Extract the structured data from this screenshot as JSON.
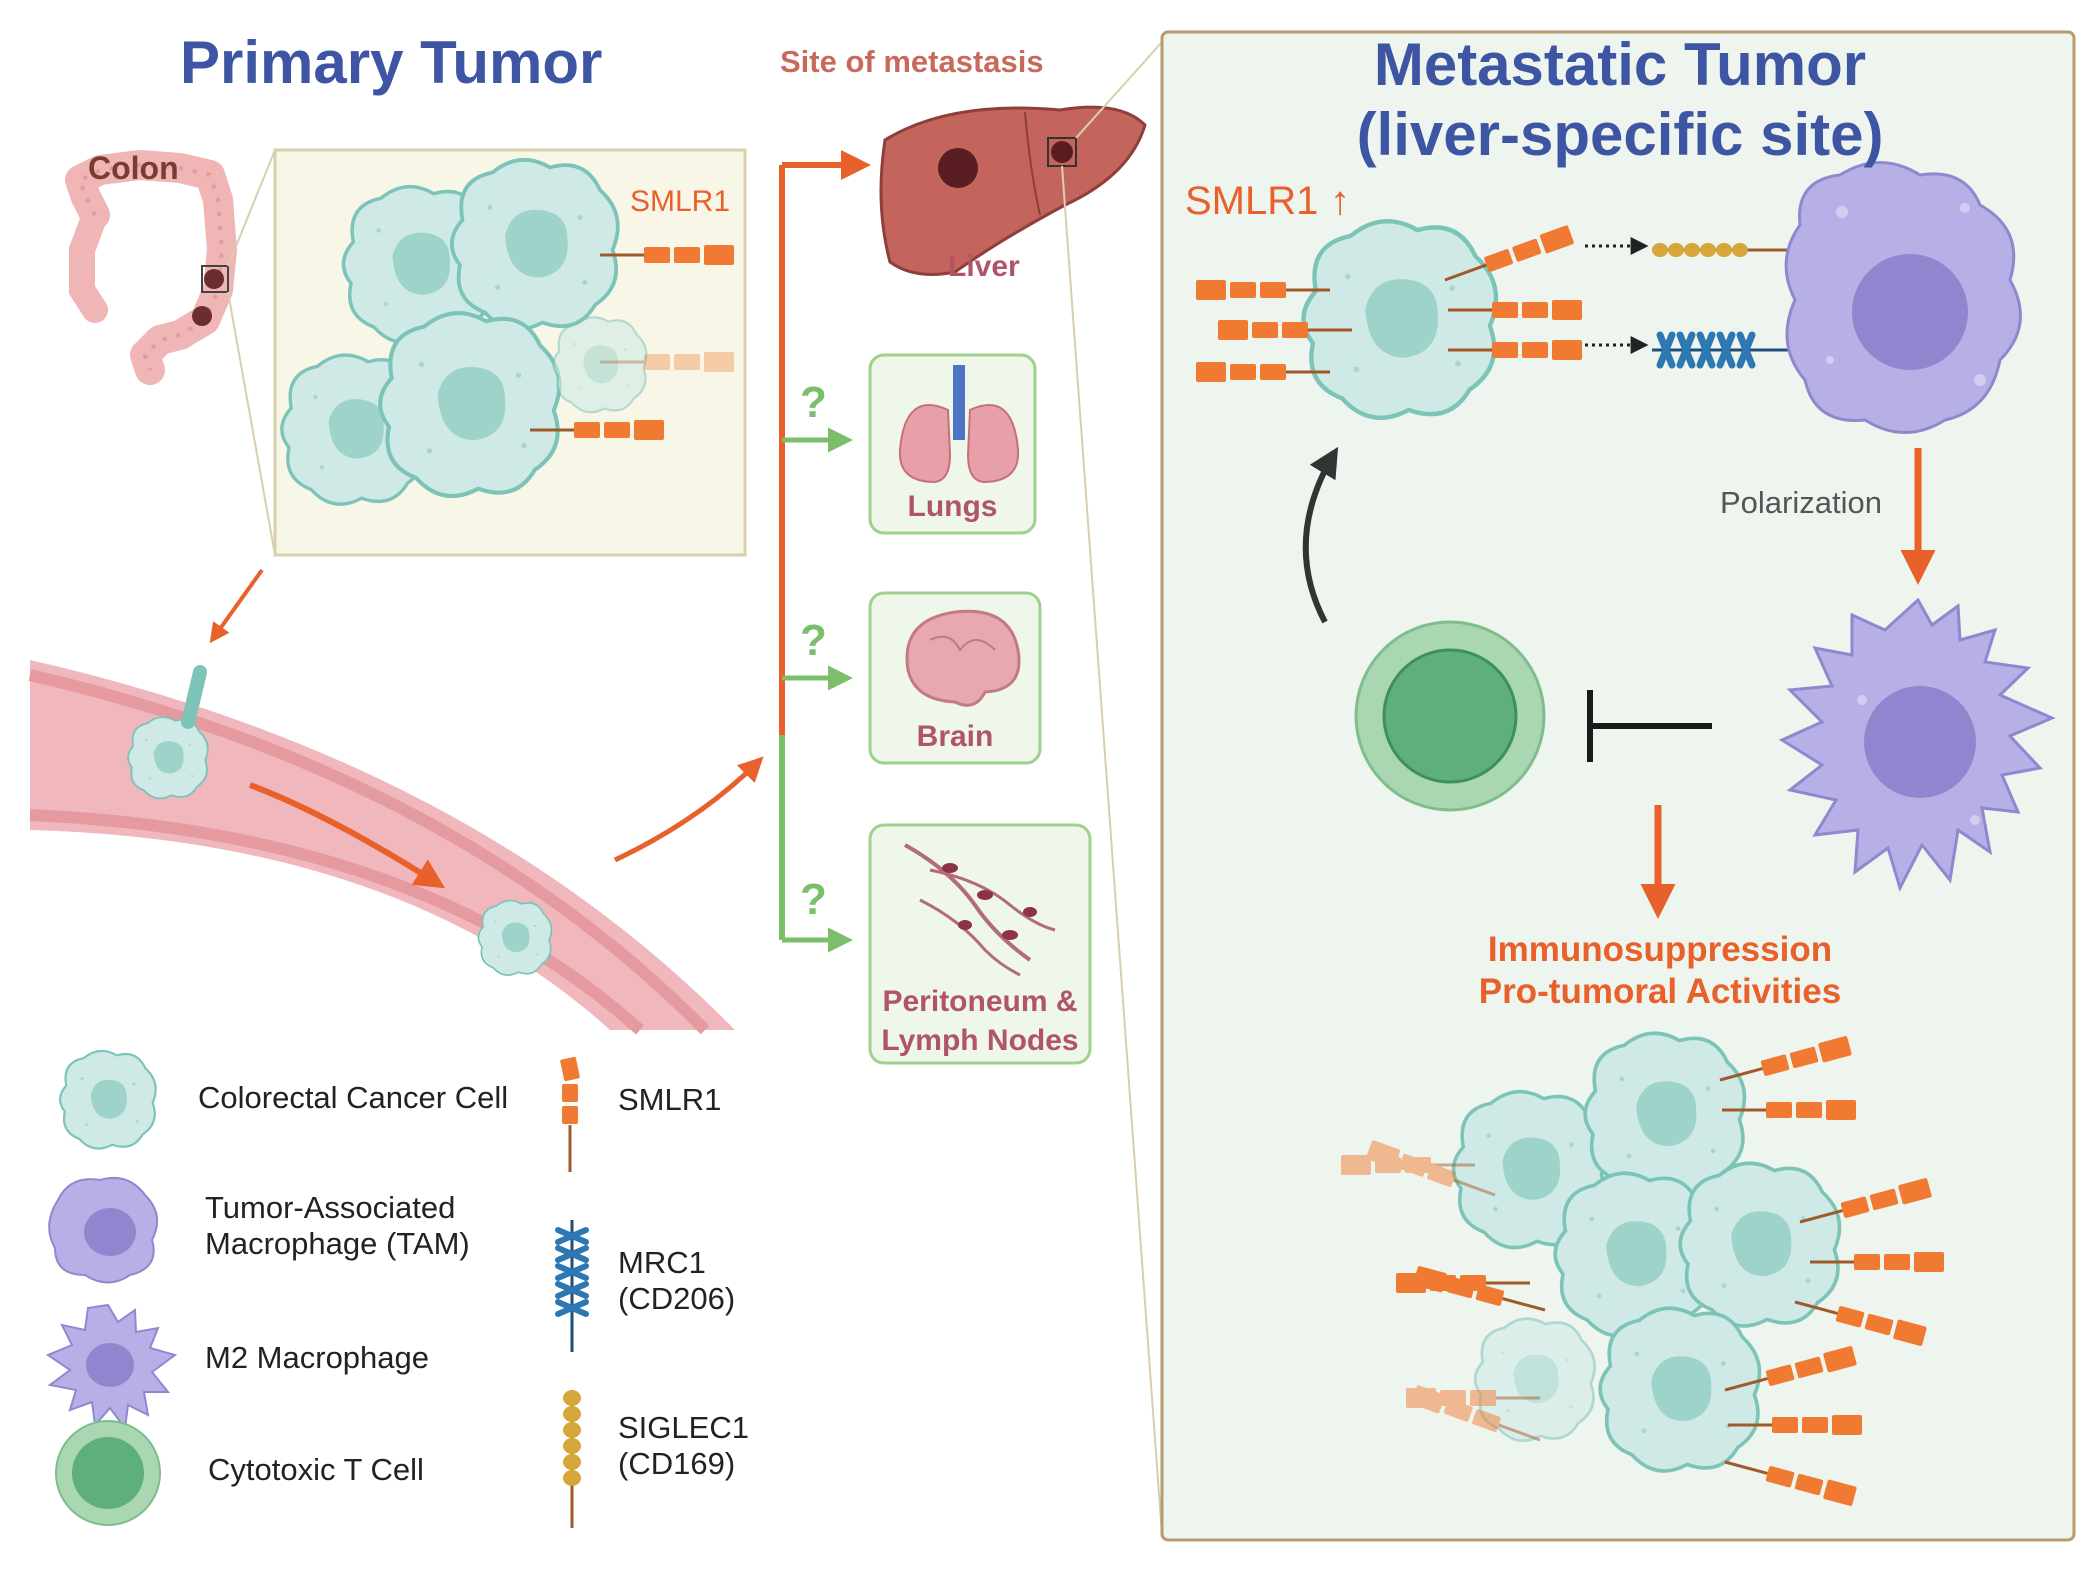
{
  "titles": {
    "primary": "Primary Tumor",
    "site": "Site of metastasis",
    "metastatic_line1": "Metastatic Tumor",
    "metastatic_line2": "(liver-specific site)"
  },
  "organs": {
    "colon": "Colon",
    "liver": "Liver",
    "lungs": "Lungs",
    "brain": "Brain",
    "peritoneum_line1": "Peritoneum &",
    "peritoneum_line2": "Lymph Nodes"
  },
  "labels": {
    "smlr1_primary": "SMLR1",
    "smlr1_metastatic": "SMLR1",
    "polarization": "Polarization",
    "outcome_line1": "Immunosuppression",
    "outcome_line2": "Pro-tumoral Activities",
    "unknown_mark": "?"
  },
  "legend": {
    "colorectal": "Colorectal Cancer Cell",
    "tam_line1": "Tumor-Associated",
    "tam_line2": "Macrophage (TAM)",
    "m2": "M2 Macrophage",
    "tcell": "Cytotoxic T Cell",
    "smlr1": "SMLR1",
    "mrc1_line1": "MRC1",
    "mrc1_line2": "(CD206)",
    "siglec1_line1": "SIGLEC1",
    "siglec1_line2": "(CD169)"
  },
  "colors": {
    "title_blue": "#3d55a3",
    "accent_orange": "#e8602a",
    "organ_pink": "#b25468",
    "route_green": "#7cbf6a",
    "cancer_cell": "#c9e8e4",
    "macrophage": "#b7b0e6",
    "t_cell": "#5fae7e",
    "panel_bg": "#eef5ee",
    "panel_border": "#b89b6c"
  },
  "icons": [
    "colon-icon",
    "liver-icon",
    "lungs-icon",
    "brain-icon",
    "peritoneum-icon",
    "blood-vessel-icon",
    "cancer-cell-icon",
    "macrophage-icon",
    "m2-macrophage-icon",
    "t-cell-icon",
    "smlr1-receptor-icon",
    "mrc1-receptor-icon",
    "siglec1-receptor-icon"
  ]
}
